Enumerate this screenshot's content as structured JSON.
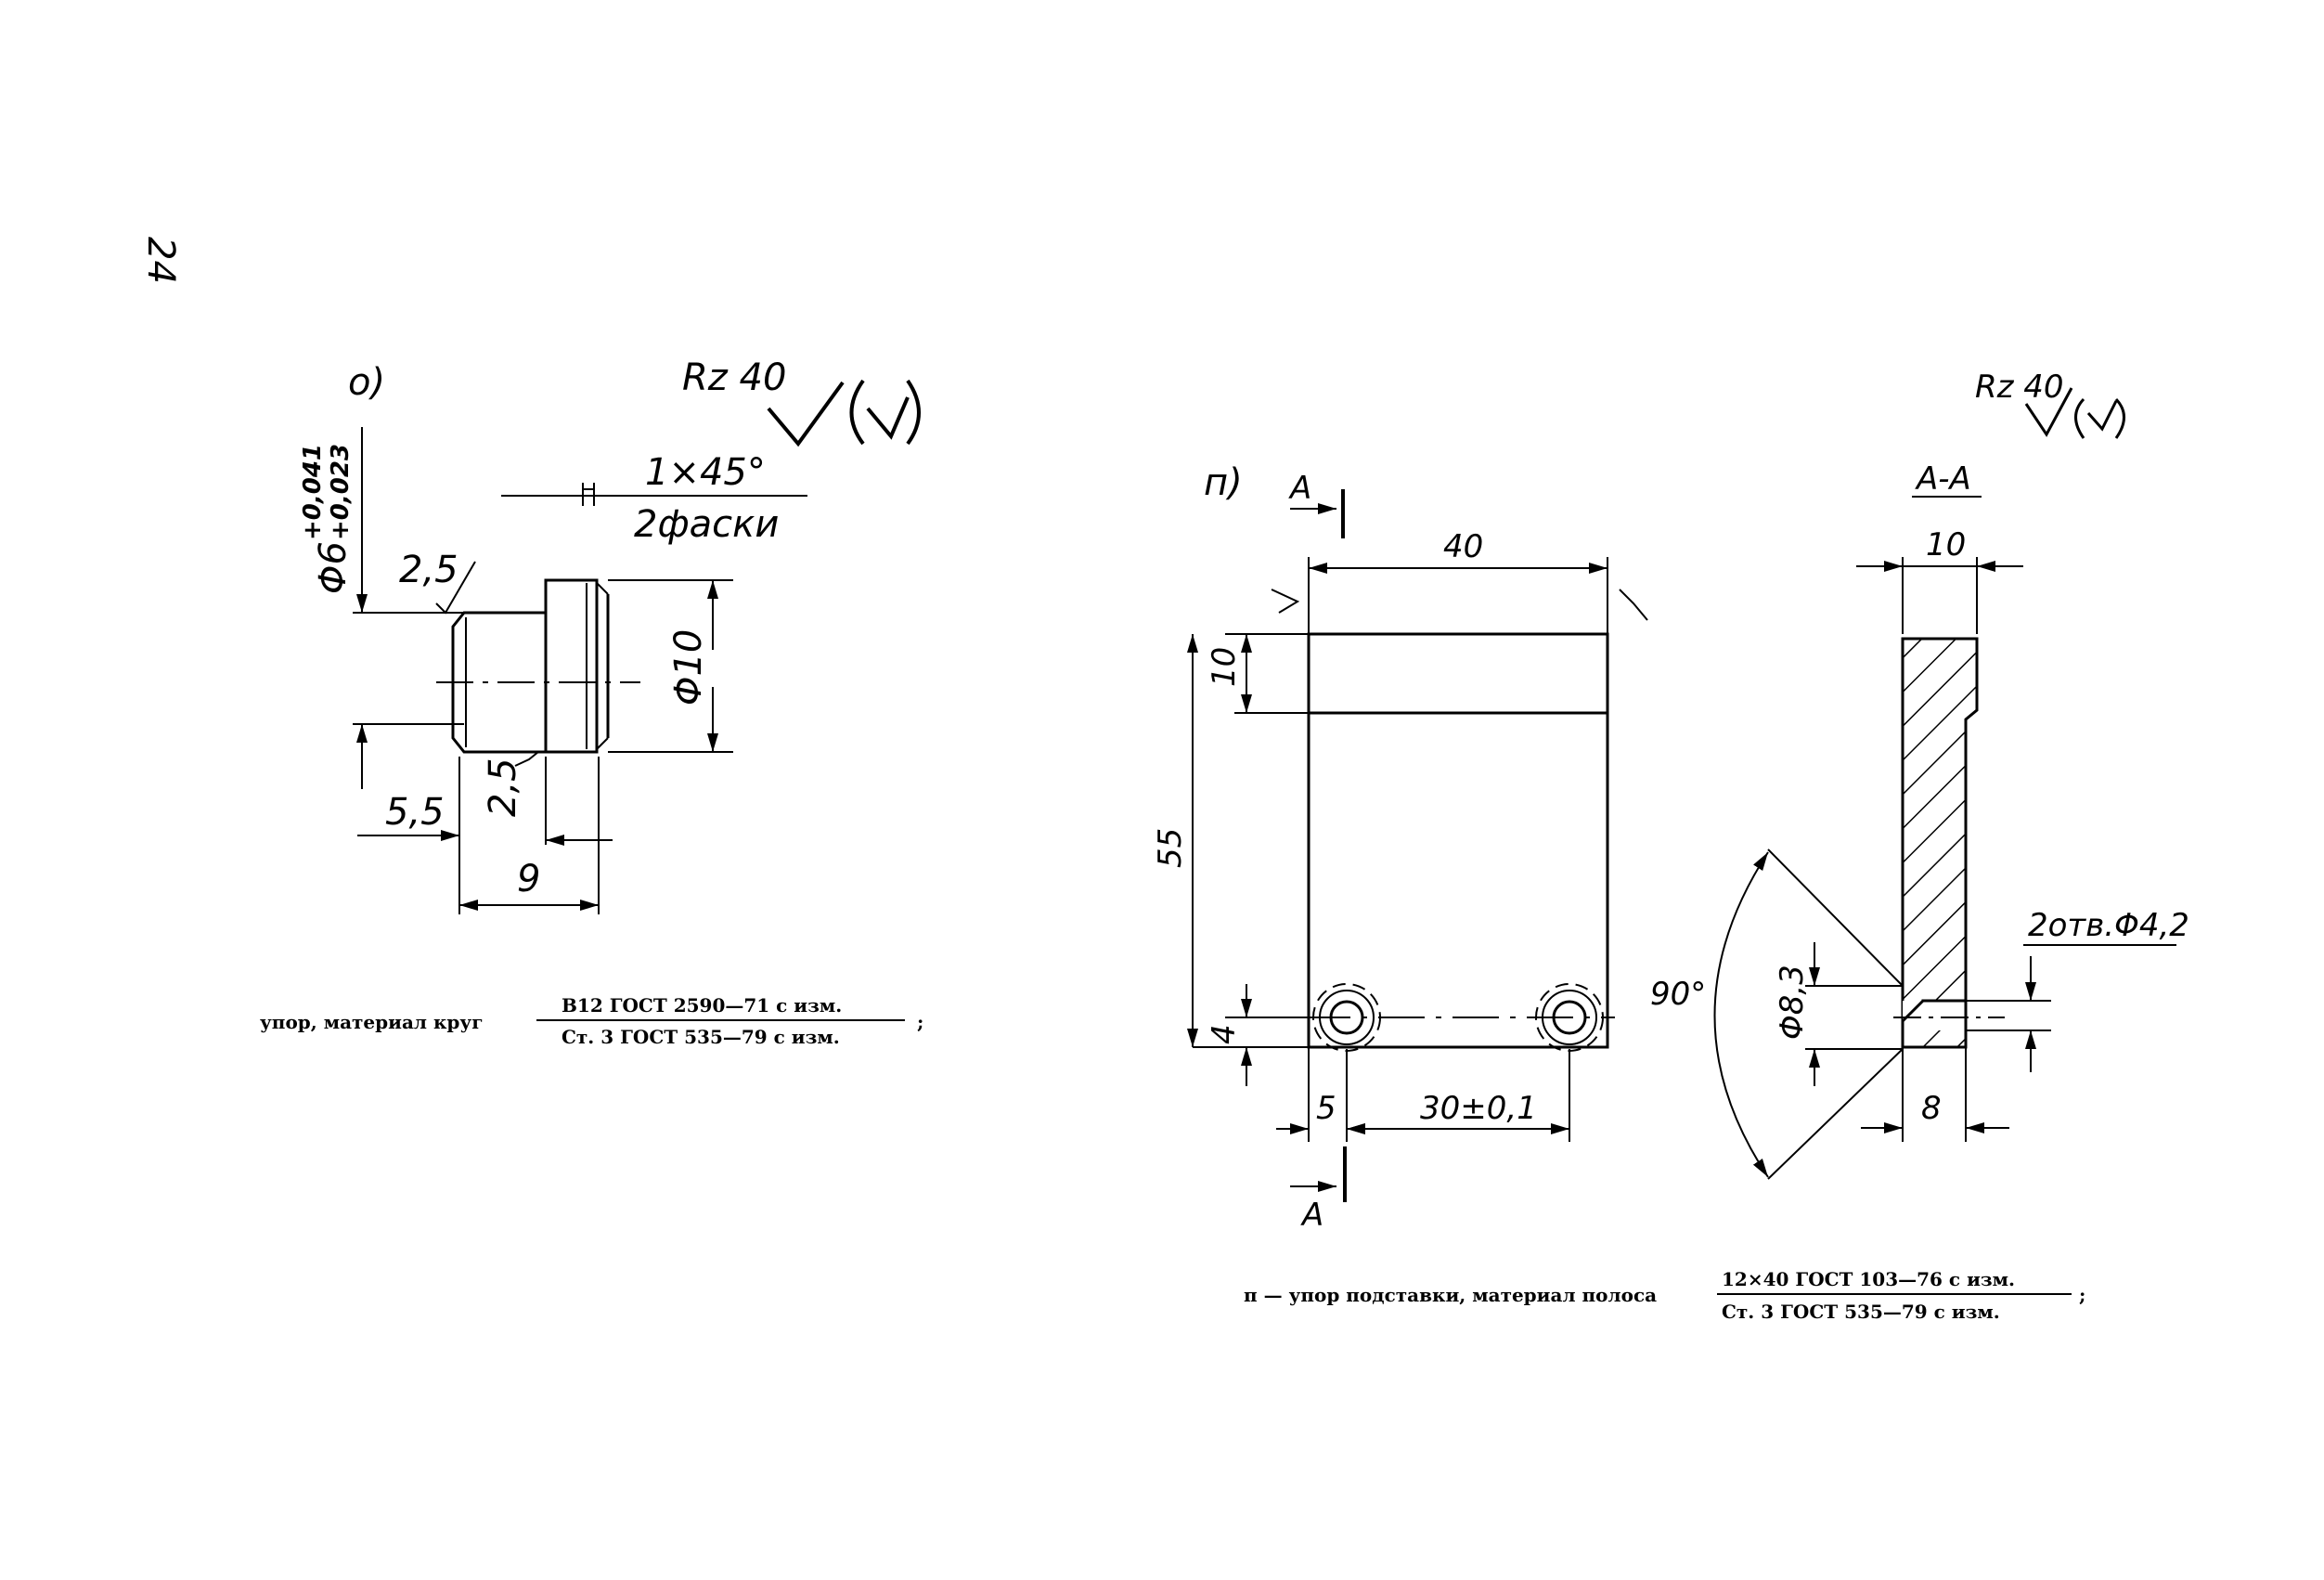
{
  "page_number": "24",
  "fig_o": {
    "label": "о)",
    "roughness": {
      "value": "Rz 40",
      "symbol": "√(√)"
    },
    "chamfer_line1": "1×45°",
    "chamfer_line2": "2фаски",
    "diam_small": "Φ6",
    "tol_upper": "+0,041",
    "tol_lower": "+0,023",
    "diam_large": "Φ10",
    "rough_a": "2,5",
    "rough_b": "2,5",
    "len_a": "5,5",
    "len_b": "9",
    "caption_prefix": "упор, материал круг",
    "caption_num": "В12 ГОСТ 2590—71 с изм.",
    "caption_den": "Ст. 3 ГОСТ 535—79 с изм.",
    "caption_end": ";"
  },
  "fig_p": {
    "label": "п)",
    "roughness": {
      "value": "Rz 40",
      "symbol": "√(√)"
    },
    "section_mark": "A",
    "section_title": "A-A",
    "width": "40",
    "top_band": "10",
    "height": "55",
    "hole_offset": "4",
    "edge": "5",
    "hole_spacing": "30±0,1",
    "sec_width": "10",
    "angle": "90°",
    "csink_diam": "Φ8,3",
    "holes_note": "2отв.Φ4,2",
    "sec_bottom": "8",
    "caption_prefix": "п — упор подставки, материал полоса",
    "caption_num": "12×40 ГОСТ 103—76 с изм.",
    "caption_den": "Ст. 3 ГОСТ 535—79 с изм.",
    "caption_end": ";"
  }
}
